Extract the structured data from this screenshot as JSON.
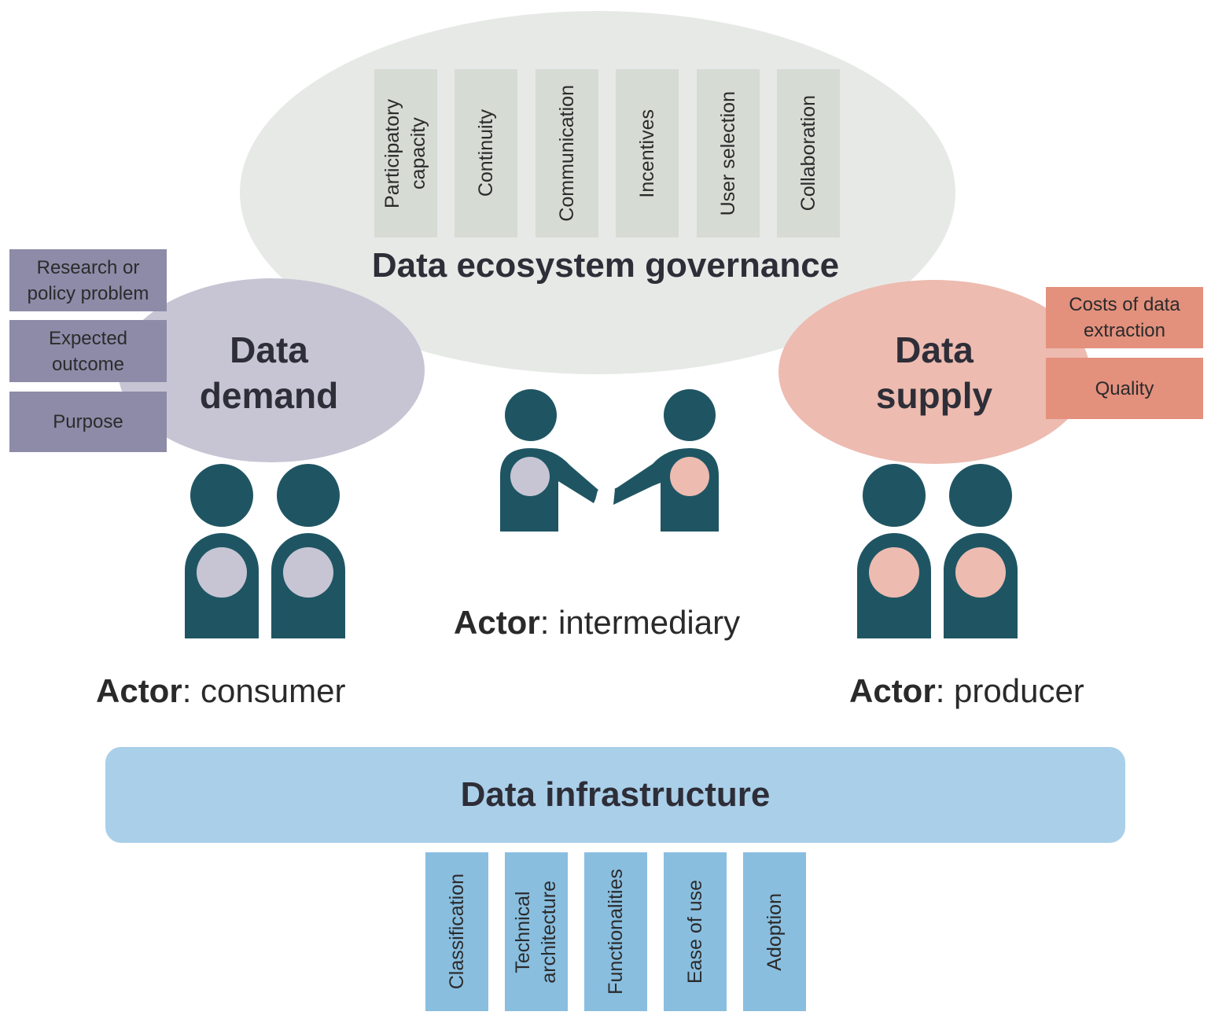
{
  "governance": {
    "title": "Data ecosystem governance",
    "pillars": [
      "Participatory\ncapacity",
      "Continuity",
      "Communication",
      "Incentives",
      "User selection",
      "Collaboration"
    ]
  },
  "demand": {
    "title_line1": "Data",
    "title_line2": "demand",
    "boxes": [
      "Research or\npolicy problem",
      "Expected\noutcome",
      "Purpose"
    ]
  },
  "supply": {
    "title_line1": "Data",
    "title_line2": "supply",
    "boxes": [
      "Costs of data\nextraction",
      "Quality"
    ]
  },
  "actors": {
    "consumer": {
      "bold": "Actor",
      "rest": ": consumer"
    },
    "intermediary": {
      "bold": "Actor",
      "rest": ": intermediary"
    },
    "producer": {
      "bold": "Actor",
      "rest": ": producer"
    }
  },
  "infrastructure": {
    "title": "Data infrastructure",
    "pillars": [
      "Classification",
      "Technical\narchitecture",
      "Functionalities",
      "Ease of use",
      "Adoption"
    ]
  },
  "colors": {
    "actor": "#1f5563",
    "demand_dot": "#c7c5d4",
    "supply_dot": "#edbbb0"
  }
}
